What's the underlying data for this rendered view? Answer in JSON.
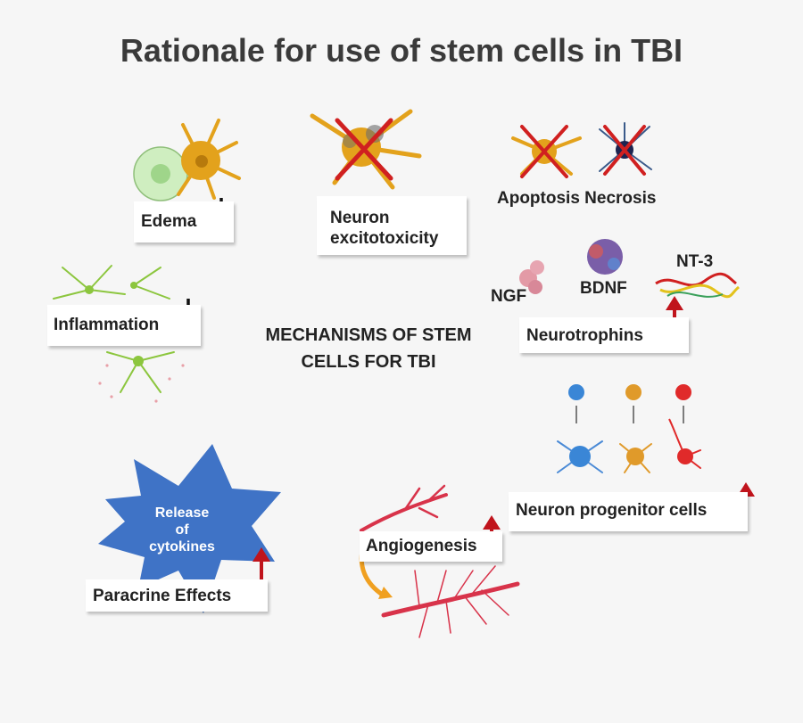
{
  "title": "Rationale for use of stem cells in TBI",
  "center_text": "MECHANISMS OF STEM CELLS FOR TBI",
  "mechanisms": {
    "edema": "Edema",
    "neuron_excitotoxicity_line1": "Neuron",
    "neuron_excitotoxicity_line2": "excitotoxicity",
    "apoptosis_necrosis": "Apoptosis Necrosis",
    "inflammation": "Inflammation",
    "neurotrophins": "Neurotrophins",
    "ngf": "NGF",
    "bdnf": "BDNF",
    "nt3": "NT-3",
    "neuron_progenitor_cells": "Neuron progenitor cells",
    "angiogenesis": "Angiogenesis",
    "paracrine_effects": "Paracrine Effects",
    "cytokines_line1": "Release",
    "cytokines_line2": "of",
    "cytokines_line3": "cytokines"
  },
  "colors": {
    "decrease_arrow": "#111111",
    "increase_arrow": "#c0141c",
    "burst": "#3f73c6",
    "neuron_cell": "#e3a21c",
    "cross": "#d02020",
    "vessel": "#d8334a"
  },
  "icons": {
    "down_arrow": "down-arrow-icon",
    "up_arrow": "up-arrow-icon",
    "cross": "cross-icon"
  }
}
